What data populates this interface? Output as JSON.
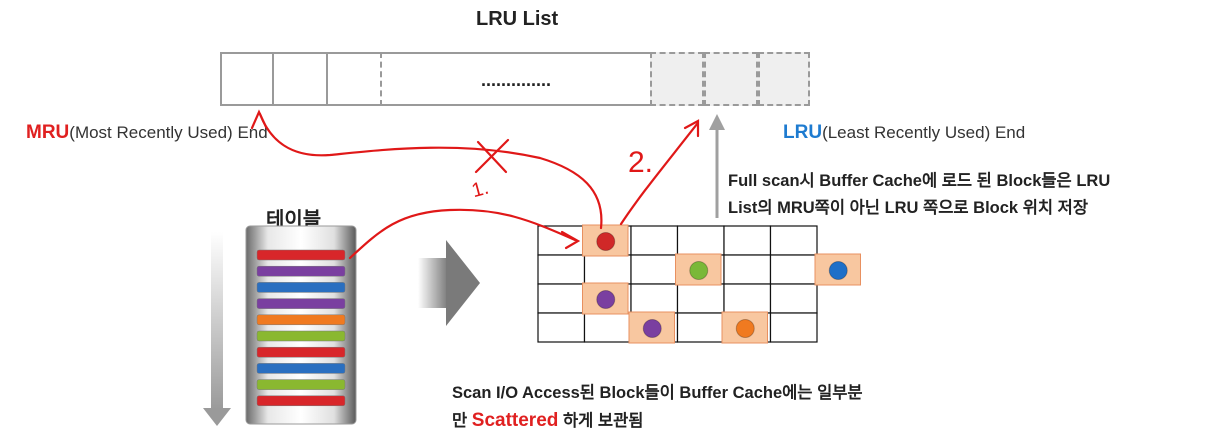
{
  "title": "LRU List",
  "lru_list": {
    "ellipsis": "..............",
    "mru_cells": 3,
    "lru_cells": 3
  },
  "mru_end": {
    "abbr": "MRU",
    "rest": "(Most Recently Used) End",
    "color": "#e02020"
  },
  "lru_end": {
    "abbr": "LRU",
    "rest": "(Least Recently Used) End",
    "color": "#1e7bd0"
  },
  "note_full_scan": {
    "line1": "Full scan시 Buffer Cache에 로드 된 Block들은 LRU",
    "line2": "List의 MRU쪽이 아닌 LRU 쪽으로 Block 위치 저장"
  },
  "table_label": "테이블",
  "note_scan": {
    "line1": "Scan I/O Access된 Block들이 Buffer Cache에는 일부분",
    "line2_prefix": "만 ",
    "line2_emph": "Scattered",
    "line2_suffix": " 하게 보관됨"
  },
  "annotations": {
    "step1": "1.",
    "step2": "2."
  },
  "table_stripes": [
    "#d8262a",
    "#7a3fa0",
    "#2a6fc0",
    "#7a3fa0",
    "#f07a20",
    "#8ab830",
    "#d8262a",
    "#2a6fc0",
    "#8ab830",
    "#d8262a"
  ],
  "cache_blocks": [
    {
      "row": 0,
      "col": 1,
      "color": "#d02828"
    },
    {
      "row": 1,
      "col": 3,
      "color": "#7ab838"
    },
    {
      "row": 1,
      "col": 6,
      "color": "#1e6fc8"
    },
    {
      "row": 2,
      "col": 1,
      "color": "#7a3fa0"
    },
    {
      "row": 3,
      "col": 2,
      "color": "#7a3fa0"
    },
    {
      "row": 3,
      "col": 4,
      "color": "#f07a20"
    }
  ]
}
